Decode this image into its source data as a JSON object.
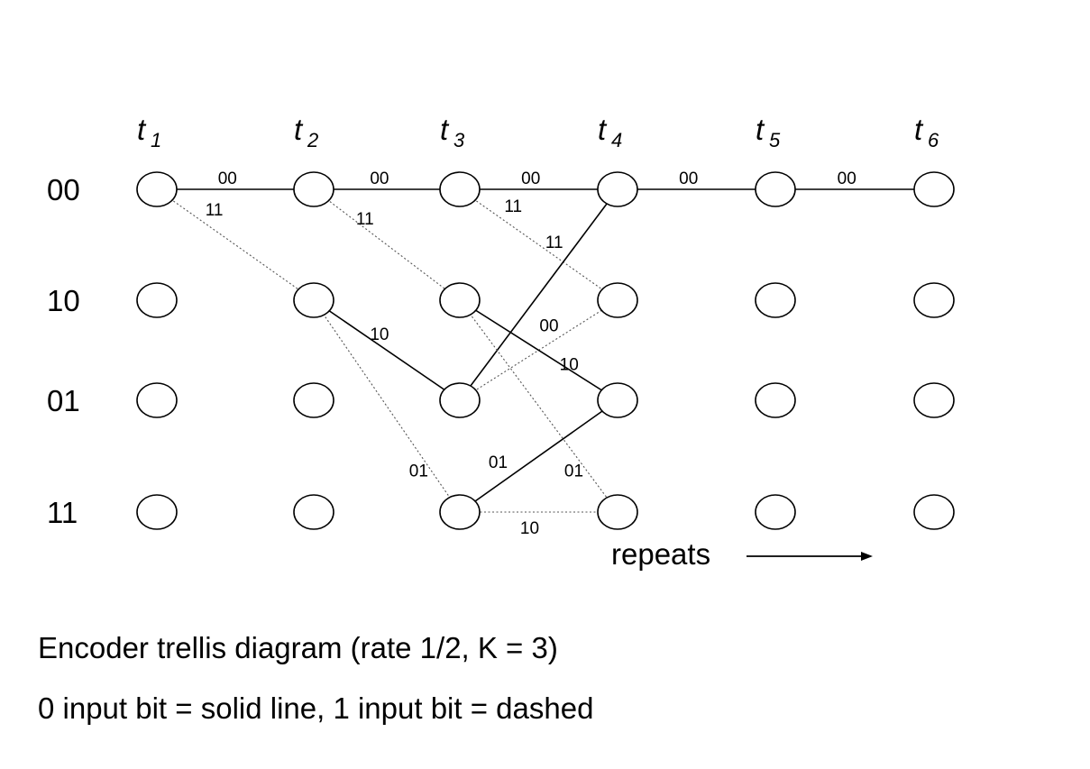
{
  "diagram": {
    "time_labels": [
      {
        "base": "t",
        "sub": "1"
      },
      {
        "base": "t",
        "sub": "2"
      },
      {
        "base": "t",
        "sub": "3"
      },
      {
        "base": "t",
        "sub": "4"
      },
      {
        "base": "t",
        "sub": "5"
      },
      {
        "base": "t",
        "sub": "6"
      }
    ],
    "states": [
      "00",
      "10",
      "01",
      "11"
    ],
    "transitions": [
      {
        "from_time": 0,
        "from_state": 0,
        "to_time": 1,
        "to_state": 0,
        "input_bit": 0,
        "output": "00"
      },
      {
        "from_time": 0,
        "from_state": 0,
        "to_time": 1,
        "to_state": 1,
        "input_bit": 1,
        "output": "11"
      },
      {
        "from_time": 1,
        "from_state": 0,
        "to_time": 2,
        "to_state": 0,
        "input_bit": 0,
        "output": "00"
      },
      {
        "from_time": 1,
        "from_state": 0,
        "to_time": 2,
        "to_state": 1,
        "input_bit": 1,
        "output": "11"
      },
      {
        "from_time": 1,
        "from_state": 1,
        "to_time": 2,
        "to_state": 2,
        "input_bit": 0,
        "output": "10"
      },
      {
        "from_time": 1,
        "from_state": 1,
        "to_time": 2,
        "to_state": 3,
        "input_bit": 1,
        "output": "01"
      },
      {
        "from_time": 2,
        "from_state": 0,
        "to_time": 3,
        "to_state": 0,
        "input_bit": 0,
        "output": "00"
      },
      {
        "from_time": 2,
        "from_state": 0,
        "to_time": 3,
        "to_state": 1,
        "input_bit": 1,
        "output": "11"
      },
      {
        "from_time": 2,
        "from_state": 2,
        "to_time": 3,
        "to_state": 0,
        "input_bit": 0,
        "output": "11"
      },
      {
        "from_time": 2,
        "from_state": 2,
        "to_time": 3,
        "to_state": 1,
        "input_bit": 1,
        "output": "00"
      },
      {
        "from_time": 2,
        "from_state": 1,
        "to_time": 3,
        "to_state": 2,
        "input_bit": 0,
        "output": "10"
      },
      {
        "from_time": 2,
        "from_state": 1,
        "to_time": 3,
        "to_state": 3,
        "input_bit": 1,
        "output": "01"
      },
      {
        "from_time": 2,
        "from_state": 3,
        "to_time": 3,
        "to_state": 2,
        "input_bit": 0,
        "output": "01"
      },
      {
        "from_time": 2,
        "from_state": 3,
        "to_time": 3,
        "to_state": 3,
        "input_bit": 1,
        "output": "10"
      },
      {
        "from_time": 3,
        "from_state": 0,
        "to_time": 4,
        "to_state": 0,
        "input_bit": 0,
        "output": "00"
      },
      {
        "from_time": 4,
        "from_state": 0,
        "to_time": 5,
        "to_state": 0,
        "input_bit": 0,
        "output": "00"
      }
    ],
    "repeats_label": "repeats"
  },
  "caption": {
    "line1": "Encoder trellis diagram (rate 1/2, K = 3)",
    "line2": "0 input bit = solid line, 1 input bit = dashed"
  }
}
